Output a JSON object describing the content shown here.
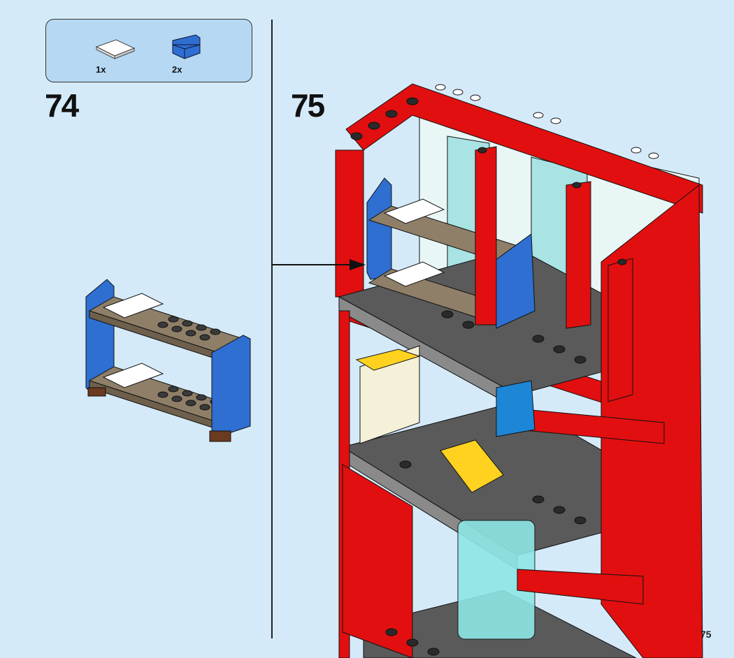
{
  "parts_list": {
    "items": [
      {
        "name": "white-tile-2x2",
        "quantity": "1x",
        "color": "#ffffff"
      },
      {
        "name": "blue-panel-1x2",
        "quantity": "2x",
        "color": "#2f6fd0"
      }
    ]
  },
  "steps": [
    {
      "number": "74"
    },
    {
      "number": "75"
    }
  ],
  "page_number": "75",
  "colors": {
    "background": "#d5eaf9",
    "parts_box": "#b6d8f2",
    "red": "#e10f0f",
    "blue": "#2e6fd1",
    "gray": "#5a5a5a",
    "tan": "#8f7f68"
  }
}
